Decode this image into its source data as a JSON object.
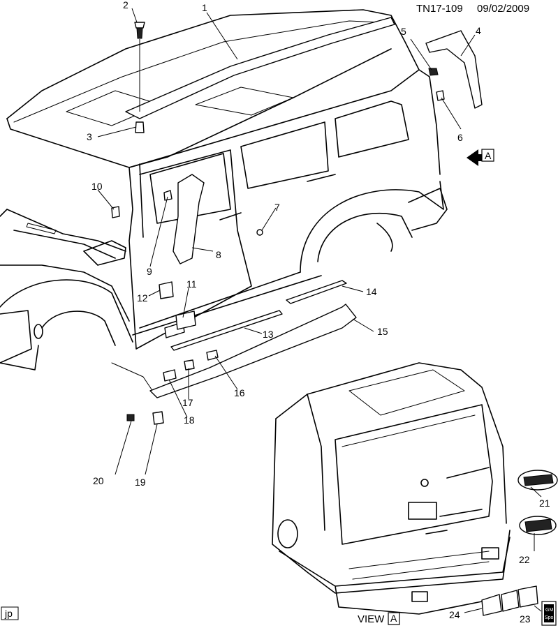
{
  "header": {
    "code": "TN17-109",
    "date": "09/02/2009"
  },
  "view_marker": {
    "letter": "A"
  },
  "view_label": {
    "text": "VIEW",
    "letter": "A"
  },
  "footer": {
    "tag": "jp",
    "badge_line1": "GM",
    "badge_line2": "Spo"
  },
  "callouts": {
    "c1": "1",
    "c2": "2",
    "c3": "3",
    "c4": "4",
    "c5": "5",
    "c6": "6",
    "c7": "7",
    "c8": "8",
    "c9": "9",
    "c10": "10",
    "c11": "11",
    "c12": "12",
    "c13": "13",
    "c14": "14",
    "c15": "15",
    "c16": "16",
    "c17": "17",
    "c18": "18",
    "c19": "19",
    "c20": "20",
    "c21": "21",
    "c22": "22",
    "c23": "23",
    "c24": "24"
  }
}
